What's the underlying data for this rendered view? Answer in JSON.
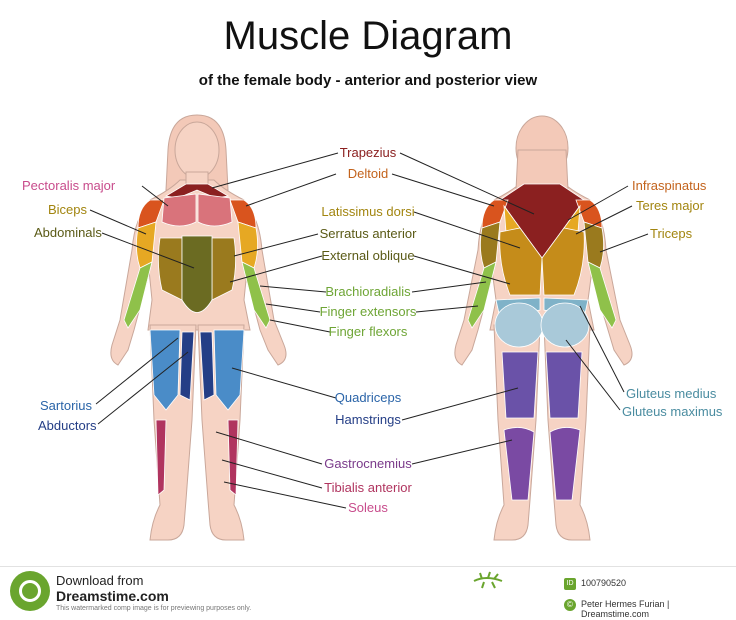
{
  "title": "Muscle Diagram",
  "subtitle": "of the female body - anterior and posterior view",
  "labels": {
    "trapezius": "Trapezius",
    "deltoid": "Deltoid",
    "latissimus_dorsi": "Latissimus dorsi",
    "serratus_anterior": "Serratus anterior",
    "external_oblique": "External oblique",
    "brachioradialis": "Brachioradialis",
    "finger_extensors": "Finger extensors",
    "finger_flexors": "Finger flexors",
    "quadriceps": "Quadriceps",
    "hamstrings": "Hamstrings",
    "gastrocnemius": "Gastrocnemius",
    "tibialis_anterior": "Tibialis anterior",
    "soleus": "Soleus",
    "pectoralis_major": "Pectoralis major",
    "biceps": "Biceps",
    "abdominals": "Abdominals",
    "sartorius": "Sartorius",
    "abductors": "Abductors",
    "infraspinatus": "Infraspinatus",
    "teres_major": "Teres major",
    "triceps": "Triceps",
    "gluteus_medius": "Gluteus medius",
    "gluteus_maximus": "Gluteus maximus"
  },
  "colors": {
    "skin": "#f6d3c4",
    "skin_outline": "#c9a79a",
    "trapezius": "#8b2020",
    "deltoid": "#d9541e",
    "pectoralis": "#d9737b",
    "biceps": "#e6a823",
    "abdominals": "#6b6b22",
    "oblique": "#9a7a1e",
    "forearm": "#8fc14a",
    "forearm_dark": "#5e9a35",
    "quadriceps": "#4a8cc8",
    "abductors": "#243e86",
    "gastrocnemius": "#b0345f",
    "gluteus": "#a9c9d9",
    "hamstrings": "#6a52a8",
    "calf_back": "#7a4aa3",
    "lat": "#c58c1a",
    "hair": "#f3c9b8",
    "label_red": "#8b2020",
    "label_orange": "#c3631c",
    "label_gold": "#a2850f",
    "label_olive": "#5a5a16",
    "label_green": "#6ea535",
    "label_blue": "#2a64a8",
    "label_navy": "#243e86",
    "label_purple": "#7a3a8a",
    "label_pink": "#c84c8c",
    "label_magenta": "#b0345f",
    "label_teal": "#4a8ca0"
  },
  "footer": {
    "download_from": "Download from",
    "site": "Dreamstime.com",
    "notice": "This watermarked comp image is for previewing purposes only.",
    "image_id": "100790520",
    "credit": "Peter Hermes Furian | Dreamstime.com"
  }
}
